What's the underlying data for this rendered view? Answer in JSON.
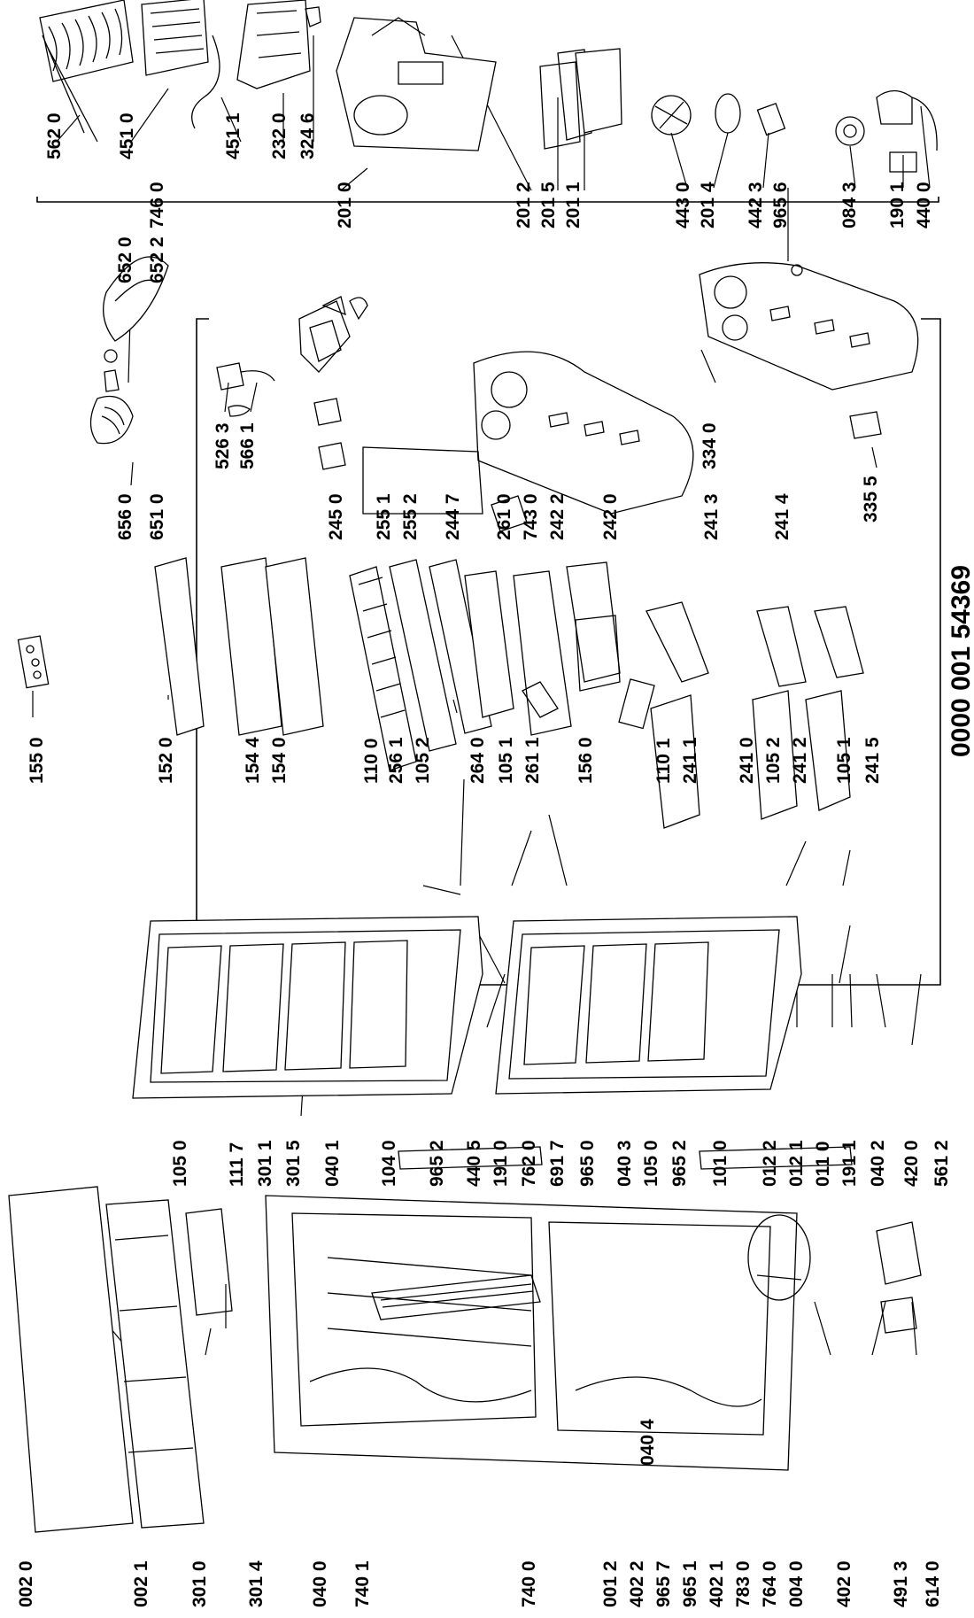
{
  "doc_number": "0000 001 54369",
  "labels": {
    "l562_0": "562 0",
    "l451_0": "451 0",
    "l451_1": "451 1",
    "l232_0": "232 0",
    "l324_6": "324 6",
    "l746_0": "746 0",
    "l201_0a": "201 0",
    "l201_2": "201 2",
    "l201_5": "201 5",
    "l201_1": "201 1",
    "l443_0": "443 0",
    "l201_4": "201 4",
    "l442_3": "442 3",
    "l965_6": "965 6",
    "l084_3": "084 3",
    "l190_1": "190 1",
    "l440_0": "440 0",
    "l652_0": "652 0",
    "l652_2": "652 2",
    "l526_3": "526 3",
    "l566_1": "566 1",
    "l334_0": "334 0",
    "l335_5": "335 5",
    "l656_0": "656 0",
    "l651_0": "651 0",
    "l245_0": "245 0",
    "l255_1": "255 1",
    "l255_2": "255 2",
    "l244_7": "244 7",
    "l261_0": "261 0",
    "l743_0": "743 0",
    "l242_2": "242 2",
    "l242_0": "242 0",
    "l241_3": "241 3",
    "l241_4": "241 4",
    "l155_0": "155 0",
    "l152_0": "152 0",
    "l154_4": "154 4",
    "l154_0": "154 0",
    "l110_0": "110 0",
    "l256_1": "256 1",
    "l105_2a": "105 2",
    "l264_0": "264 0",
    "l105_1a": "105 1",
    "l261_1": "261 1",
    "l156_0": "156 0",
    "l110_1": "110 1",
    "l241_1": "241 1",
    "l241_0": "241 0",
    "l105_2b": "105 2",
    "l241_2": "241 2",
    "l105_1b": "105 1",
    "l241_5": "241 5",
    "l105_0a": "105 0",
    "l111_7": "111 7",
    "l301_1": "301 1",
    "l301_5": "301 5",
    "l040_1": "040 1",
    "l104_0": "104 0",
    "l965_2a": "965 2",
    "l440_5": "440 5",
    "l191_0": "191 0",
    "l762_0": "762 0",
    "l691_7": "691 7",
    "l965_0": "965 0",
    "l040_3": "040 3",
    "l105_0b": "105 0",
    "l965_2b": "965 2",
    "l101_0": "101 0",
    "l012_2": "012 2",
    "l012_1": "012 1",
    "l011_0": "011 0",
    "l191_1": "191 1",
    "l040_2": "040 2",
    "l420_0": "420 0",
    "l561_2": "561 2",
    "l002_0": "002 0",
    "l002_1": "002 1",
    "l301_0": "301 0",
    "l301_4": "301 4",
    "l040_0": "040 0",
    "l740_1": "740 1",
    "l740_0": "740 0",
    "l001_2": "001 2",
    "l402_2": "402 2",
    "l965_7": "965 7",
    "l965_1": "965 1",
    "l040_4": "040 4",
    "l402_1": "402 1",
    "l783_0": "783 0",
    "l764_0": "764 0",
    "l004_0": "004 0",
    "l402_0": "402 0",
    "l491_3": "491 3",
    "l614_0": "614 0"
  }
}
